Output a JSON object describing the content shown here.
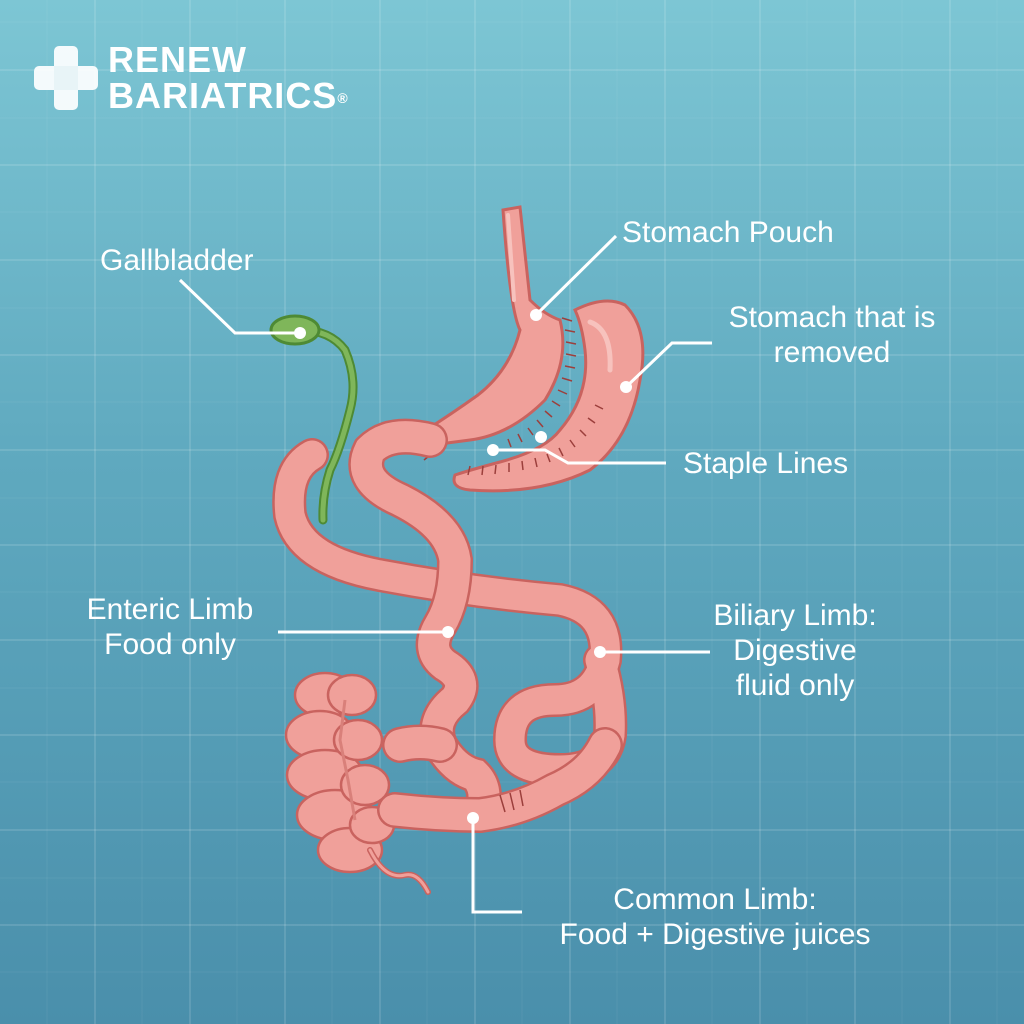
{
  "brand": {
    "line1": "RENEW",
    "line2": "BARIATRICS",
    "registered": "®"
  },
  "labels": {
    "gallbladder": "Gallbladder",
    "stomach_pouch": "Stomach Pouch",
    "stomach_removed": [
      "Stomach that is",
      "removed"
    ],
    "staple_lines": "Staple Lines",
    "enteric_limb": [
      "Enteric Limb",
      "Food only"
    ],
    "biliary_limb": [
      "Biliary Limb:",
      "Digestive",
      "fluid only"
    ],
    "common_limb": [
      "Common Limb:",
      "Food + Digestive juices"
    ]
  },
  "colors": {
    "background_top": "#7dc6d4",
    "background_bottom": "#4a8fab",
    "tissue": "#f0a09a",
    "tissue_outline": "#c9635f",
    "gallbladder": "#6fa24a",
    "text": "#ffffff"
  }
}
